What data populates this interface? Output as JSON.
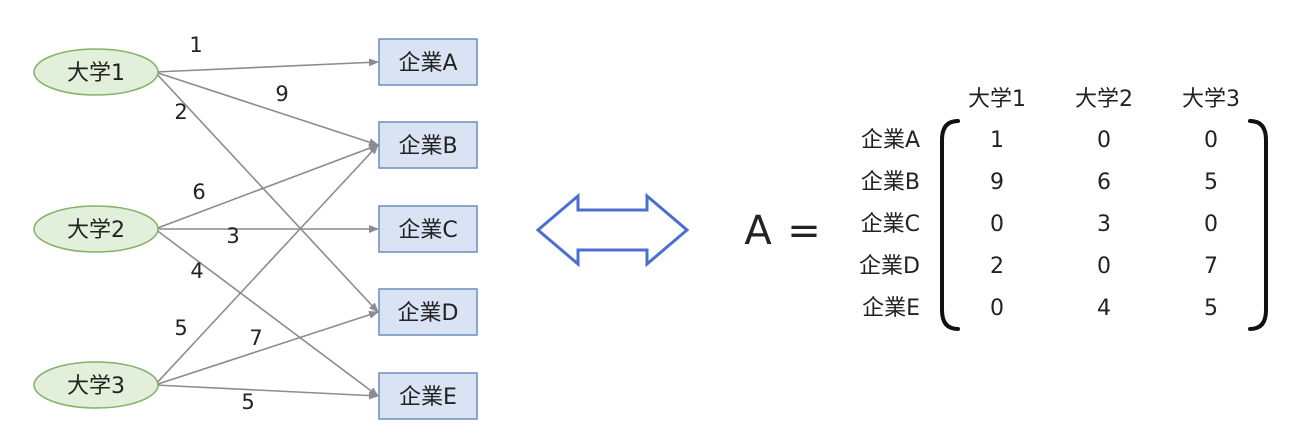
{
  "graph": {
    "universities": [
      {
        "id": "u1",
        "label": "大学1"
      },
      {
        "id": "u2",
        "label": "大学2"
      },
      {
        "id": "u3",
        "label": "大学3"
      }
    ],
    "companies": [
      {
        "id": "cA",
        "label": "企業A"
      },
      {
        "id": "cB",
        "label": "企業B"
      },
      {
        "id": "cC",
        "label": "企業C"
      },
      {
        "id": "cD",
        "label": "企業D"
      },
      {
        "id": "cE",
        "label": "企業E"
      }
    ],
    "edges": [
      {
        "from": "u1",
        "to": "cA",
        "weight": "1"
      },
      {
        "from": "u1",
        "to": "cB",
        "weight": "9"
      },
      {
        "from": "u1",
        "to": "cD",
        "weight": "2"
      },
      {
        "from": "u2",
        "to": "cB",
        "weight": "6"
      },
      {
        "from": "u2",
        "to": "cC",
        "weight": "3"
      },
      {
        "from": "u2",
        "to": "cE",
        "weight": "4"
      },
      {
        "from": "u3",
        "to": "cB",
        "weight": "5"
      },
      {
        "from": "u3",
        "to": "cD",
        "weight": "7"
      },
      {
        "from": "u3",
        "to": "cE",
        "weight": "5"
      }
    ],
    "colors": {
      "university_fill": "#e2efda",
      "university_stroke": "#82b366",
      "company_fill": "#dae3f3",
      "company_stroke": "#6c8ebf",
      "edge": "#8c8c8c",
      "double_arrow": "#4a6fd0"
    }
  },
  "matrix": {
    "variable": "A",
    "equals": "=",
    "col_headers": [
      "大学1",
      "大学2",
      "大学3"
    ],
    "row_headers": [
      "企業A",
      "企業B",
      "企業C",
      "企業D",
      "企業E"
    ],
    "values": [
      [
        "1",
        "0",
        "0"
      ],
      [
        "9",
        "6",
        "5"
      ],
      [
        "0",
        "3",
        "0"
      ],
      [
        "2",
        "0",
        "7"
      ],
      [
        "0",
        "4",
        "5"
      ]
    ]
  }
}
